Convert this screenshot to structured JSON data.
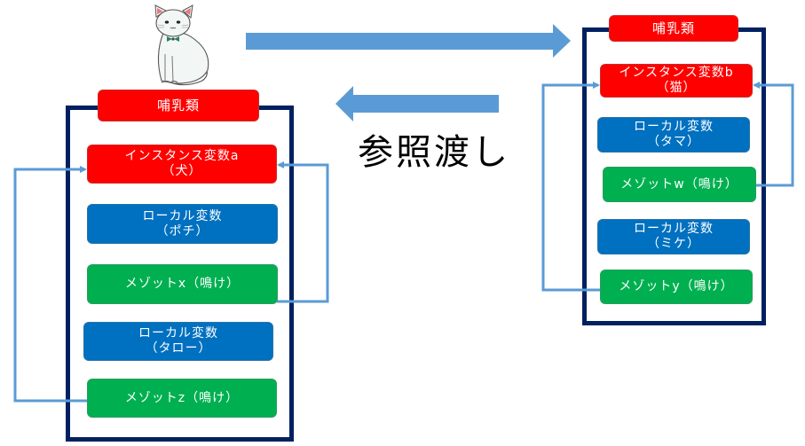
{
  "caption": "参照渡し",
  "colors": {
    "instance": "#FF0000",
    "local": "#0070C0",
    "method": "#00B050",
    "frame": "#002060",
    "connector": "#5B9BD5",
    "big_arrow": "#5B9BD5"
  },
  "left_object": {
    "illustration": "cat-illustration",
    "header": "哺乳類",
    "instance_a": {
      "line1": "インスタンス変数a",
      "line2": "（犬）"
    },
    "local_pochi": {
      "line1": "ローカル変数",
      "line2": "（ポチ）"
    },
    "method_x": {
      "line1": "メゾットx（鳴け）"
    },
    "local_taro": {
      "line1": "ローカル変数",
      "line2": "（タロー）"
    },
    "method_z": {
      "line1": "メゾットz（鳴け）"
    }
  },
  "right_object": {
    "header": "哺乳類",
    "instance_b": {
      "line1": "インスタンス変数b",
      "line2": "（猫）"
    },
    "local_tama": {
      "line1": "ローカル変数",
      "line2": "（タマ）"
    },
    "method_w": {
      "line1": "メゾットw（鳴け）"
    },
    "local_mike": {
      "line1": "ローカル変数",
      "line2": "（ミケ）"
    },
    "method_y": {
      "line1": "メゾットy（鳴け）"
    }
  },
  "arrows": {
    "top": "right",
    "bottom": "left"
  }
}
